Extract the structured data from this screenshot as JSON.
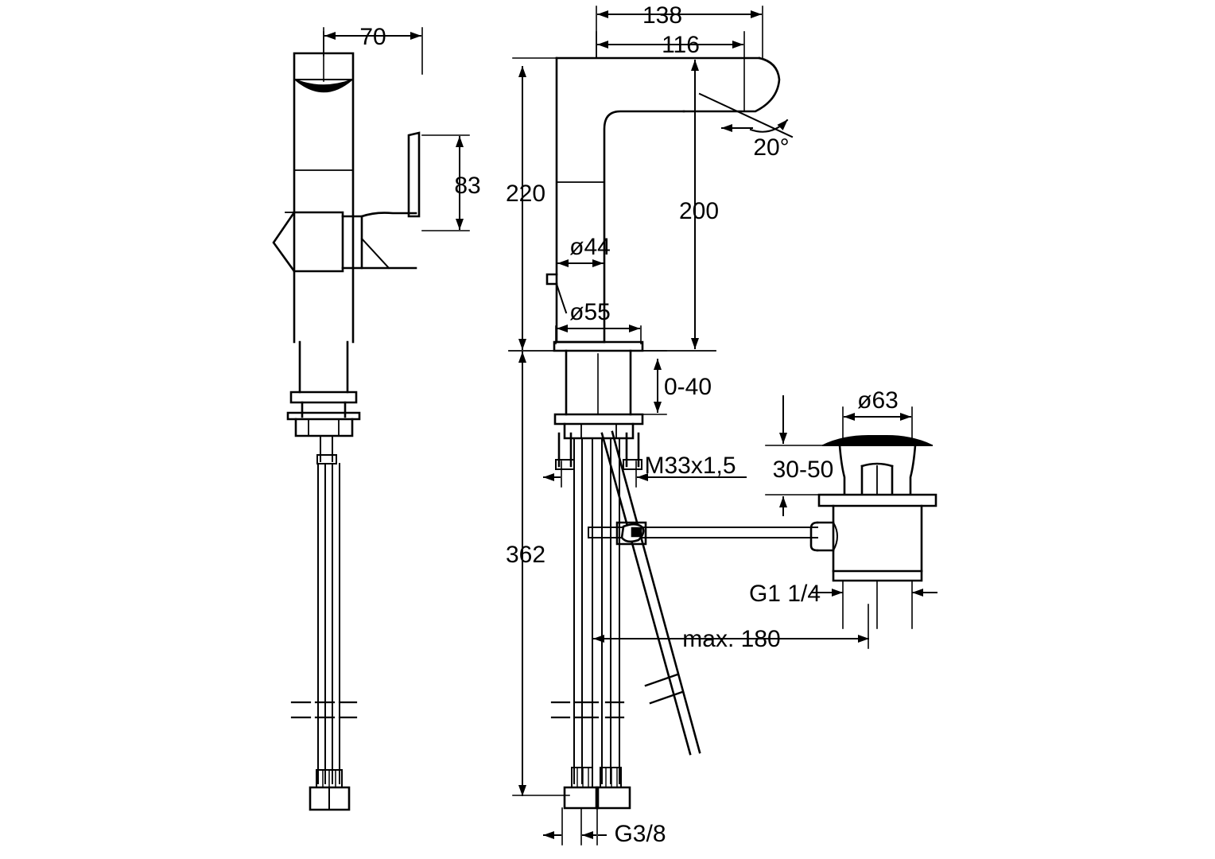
{
  "drawing": {
    "title": "Single-lever basin mixer — dimensioned technical drawing",
    "units": "mm",
    "line_color": "#000000",
    "background_color": "#ffffff",
    "views": [
      {
        "name": "side-view",
        "label": ""
      },
      {
        "name": "front-view",
        "label": ""
      },
      {
        "name": "pop-up-waste-detail",
        "label": ""
      }
    ]
  },
  "dimensions": {
    "side_width": "70",
    "side_handle_height": "83",
    "spout_reach_outer": "138",
    "spout_reach_inner": "116",
    "spout_angle": "20°",
    "total_height_above_deck": "220",
    "spout_height": "200",
    "body_diameter_upper": "ø44",
    "base_diameter": "ø55",
    "deck_thickness_range": "0-40",
    "thread_shank": "M33x1,5",
    "total_length": "362",
    "supply_thread": "G3/8",
    "waste_flange_diameter": "ø63",
    "waste_deck_range": "30-50",
    "waste_outlet_thread": "G1 1/4",
    "lift_rod_max": "max. 180"
  }
}
